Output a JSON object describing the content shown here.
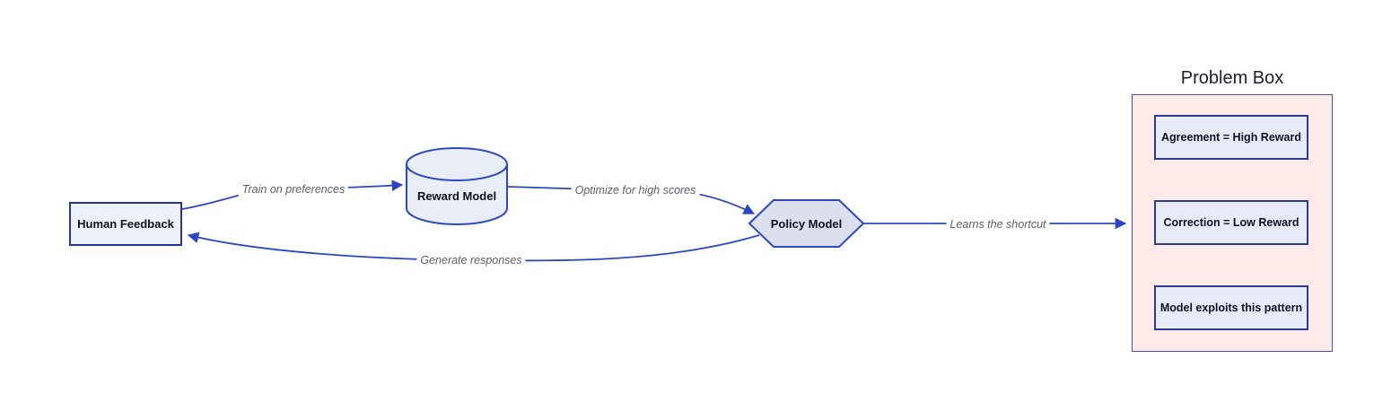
{
  "diagram": {
    "type": "flowchart",
    "nodes": {
      "human_feedback": {
        "label": "Human Feedback",
        "shape": "rectangle"
      },
      "reward_model": {
        "label": "Reward Model",
        "shape": "cylinder"
      },
      "policy_model": {
        "label": "Policy Model",
        "shape": "hexagon"
      }
    },
    "subgraph": {
      "title": "Problem Box",
      "items": [
        {
          "label": "Agreement = High Reward"
        },
        {
          "label": "Correction = Low Reward"
        },
        {
          "label": "Model exploits this pattern"
        }
      ]
    },
    "edges": [
      {
        "from": "human_feedback",
        "to": "reward_model",
        "label": "Train on preferences"
      },
      {
        "from": "reward_model",
        "to": "policy_model",
        "label": "Optimize for high scores"
      },
      {
        "from": "policy_model",
        "to": "problem_box",
        "label": "Learns the shortcut"
      },
      {
        "from": "policy_model",
        "to": "human_feedback",
        "label": "Generate responses"
      }
    ],
    "colors": {
      "background": "#ffffff",
      "rect_fill": "#edf1f9",
      "rect_border": "#27348f",
      "cylinder_fill": "#e9edf8",
      "hexagon_fill": "#dcdfee",
      "shape_border": "#2c49c4",
      "problem_box_fill": "#fdeae9",
      "problem_box_border": "#414fbe",
      "inner_box_fill": "#e7ebf8",
      "inner_box_border": "#2a3b96",
      "arrow": "#2b46c3",
      "edge_label_text": "#5a5f68",
      "node_text": "#0f1320"
    }
  }
}
